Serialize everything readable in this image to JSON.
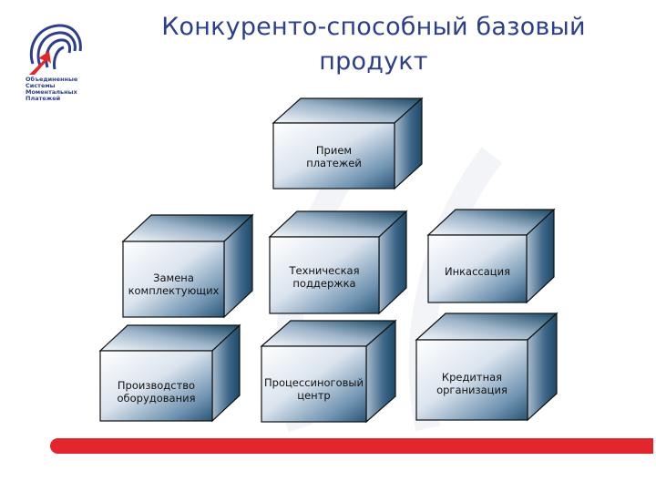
{
  "title": {
    "line1": "Конкуренто-способный базовый",
    "line2": "продукт"
  },
  "logo": {
    "lines": [
      "Объединенные",
      "Системы",
      "Моментальных",
      "Платежей"
    ],
    "colors": {
      "blue": "#2d3f8a",
      "red": "#e3262c"
    }
  },
  "boxes": {
    "payments": {
      "label": "Прием\nплатежей"
    },
    "components": {
      "label": "Замена\nкомплектующих"
    },
    "support": {
      "label": "Техническая\nподдержка"
    },
    "collection": {
      "label": "Инкассация"
    },
    "production": {
      "label": "Производство\nоборудования"
    },
    "processing": {
      "label": "Процессиноговый\nцентр"
    },
    "credit": {
      "label": "Кредитная\nорганизация"
    }
  },
  "colors": {
    "title": "#2d3f8a",
    "bar": "#e3262c",
    "box_top": "#1a4866",
    "box_side": "#1e4a68",
    "box_front_edge": "#2a5575"
  }
}
